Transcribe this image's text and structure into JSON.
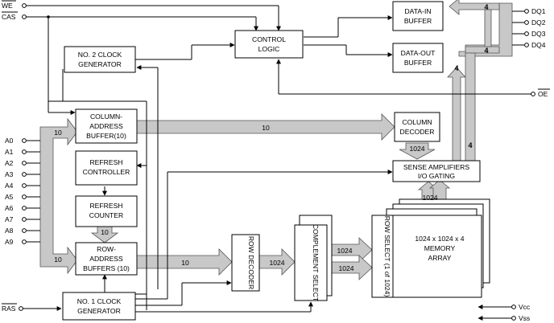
{
  "pins": {
    "we": "WE",
    "cas": "CAS",
    "ras": "RAS",
    "oe": "OE",
    "vcc": "Vcc",
    "vss": "Vss",
    "dq": [
      "DQ1",
      "DQ2",
      "DQ3",
      "DQ4"
    ],
    "address": [
      "A0",
      "A1",
      "A2",
      "A3",
      "A4",
      "A5",
      "A6",
      "A7",
      "A8",
      "A9"
    ]
  },
  "blocks": {
    "control_logic": [
      "CONTROL",
      "LOGIC"
    ],
    "data_in_buffer": [
      "DATA-IN",
      "BUFFER"
    ],
    "data_out_buffer": [
      "DATA-OUT",
      "BUFFER"
    ],
    "clock_gen_2": [
      "NO. 2 CLOCK",
      "GENERATOR"
    ],
    "column_address_buffer": [
      "COLUMN-",
      "ADDRESS",
      "BUFFER(10)"
    ],
    "refresh_controller": [
      "REFRESH",
      "CONTROLLER"
    ],
    "refresh_counter": [
      "REFRESH",
      "COUNTER"
    ],
    "row_address_buffers": [
      "ROW-",
      "ADDRESS",
      "BUFFERS (10)"
    ],
    "clock_gen_1": [
      "NO. 1 CLOCK",
      "GENERATOR"
    ],
    "column_decoder": [
      "COLUMN",
      "DECODER"
    ],
    "sense_amplifiers": [
      "SENSE AMPLIFIERS",
      "I/O GATING"
    ],
    "row_decoder": "ROW DECODER",
    "complement_select": "COMPLEMENT SELECT",
    "row_select": "ROW SELECT (1 of 1024)",
    "memory_array": [
      "1024 x 1024 x 4",
      "MEMORY",
      "ARRAY"
    ]
  },
  "bus_labels": {
    "addr_to_col_buffer": "10",
    "addr_to_row_buffers": "10",
    "col_buffer_to_decoder": "10",
    "row_buffers_to_decoder": "10",
    "refresh_counter_out": "10",
    "col_decoder_to_sense": "1024",
    "sense_to_array": "1024",
    "row_decoder_to_complement": "1024",
    "complement_to_row_select_a": "1024",
    "complement_to_row_select_b": "1024",
    "dq_to_data_in": "4",
    "data_out_to_dq": "4",
    "sense_to_data_out": "4",
    "sense_to_data_in": "4"
  }
}
